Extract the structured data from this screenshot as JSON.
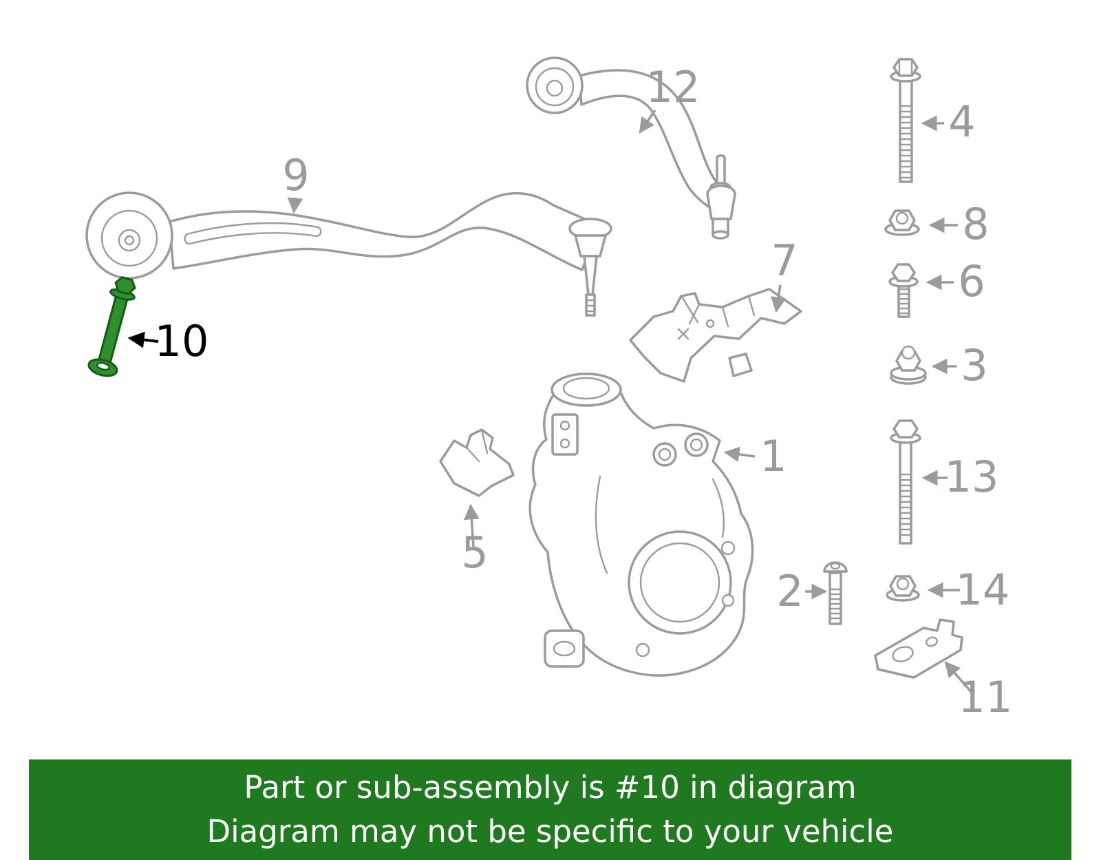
{
  "banner": {
    "line1": "Part or sub-assembly is #10 in diagram",
    "line2": "Diagram may not be specific to your vehicle"
  },
  "highlighted_part": "10",
  "colors": {
    "diagram_gray": "#9b9b9b",
    "highlight_green": "#2f8f2f",
    "highlight_outline": "#145c14",
    "banner_bg": "#1f7a1f",
    "banner_text": "#ffffff",
    "label_black": "#000000"
  },
  "callouts": {
    "c1": {
      "text": "1"
    },
    "c2": {
      "text": "2"
    },
    "c3": {
      "text": "3"
    },
    "c4": {
      "text": "4"
    },
    "c5": {
      "text": "5"
    },
    "c6": {
      "text": "6"
    },
    "c7": {
      "text": "7"
    },
    "c8": {
      "text": "8"
    },
    "c9": {
      "text": "9"
    },
    "c10": {
      "text": "10"
    },
    "c11": {
      "text": "11"
    },
    "c12": {
      "text": "12"
    },
    "c13": {
      "text": "13"
    },
    "c14": {
      "text": "14"
    }
  }
}
